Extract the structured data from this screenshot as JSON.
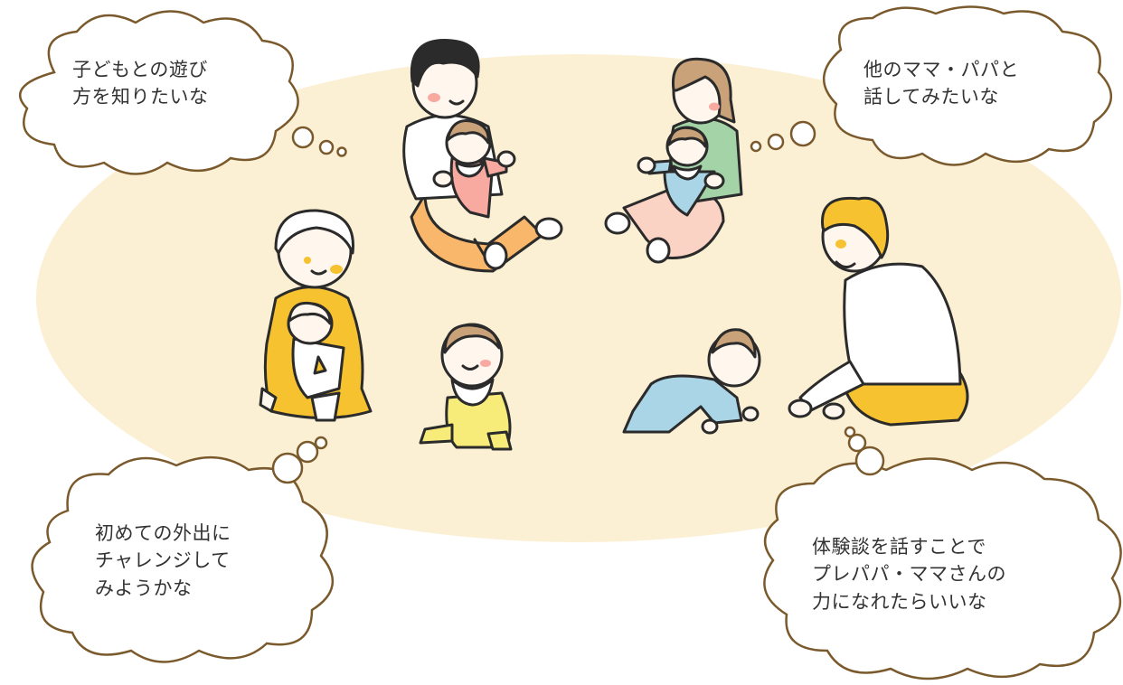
{
  "bubbles": {
    "top_left": "子どもとの遊び\n方を知りたいな",
    "top_right": "他のママ・パパと\n話してみたいな",
    "bottom_left": "初めての外出に\nチャレンジして\nみようかな",
    "bottom_right": "体験談を話すことで\nプレパパ・ママさんの\n力になれたらいいな"
  },
  "colors": {
    "floor": "#fbf0d4",
    "bubble_outline": "#7a5a2c",
    "line": "#2b2b2b",
    "mustard": "#f6c230",
    "yellow_suit": "#f7ec7a",
    "orange_pants": "#f9b76b",
    "pink": "#f8a9a0",
    "light_blue": "#a9d5e6",
    "green": "#a3d3a7",
    "light_pink": "#fbd3c4",
    "skin": "#fff6ee",
    "hair_brown": "#c9a27a",
    "hair_black": "#2b2b2b"
  }
}
